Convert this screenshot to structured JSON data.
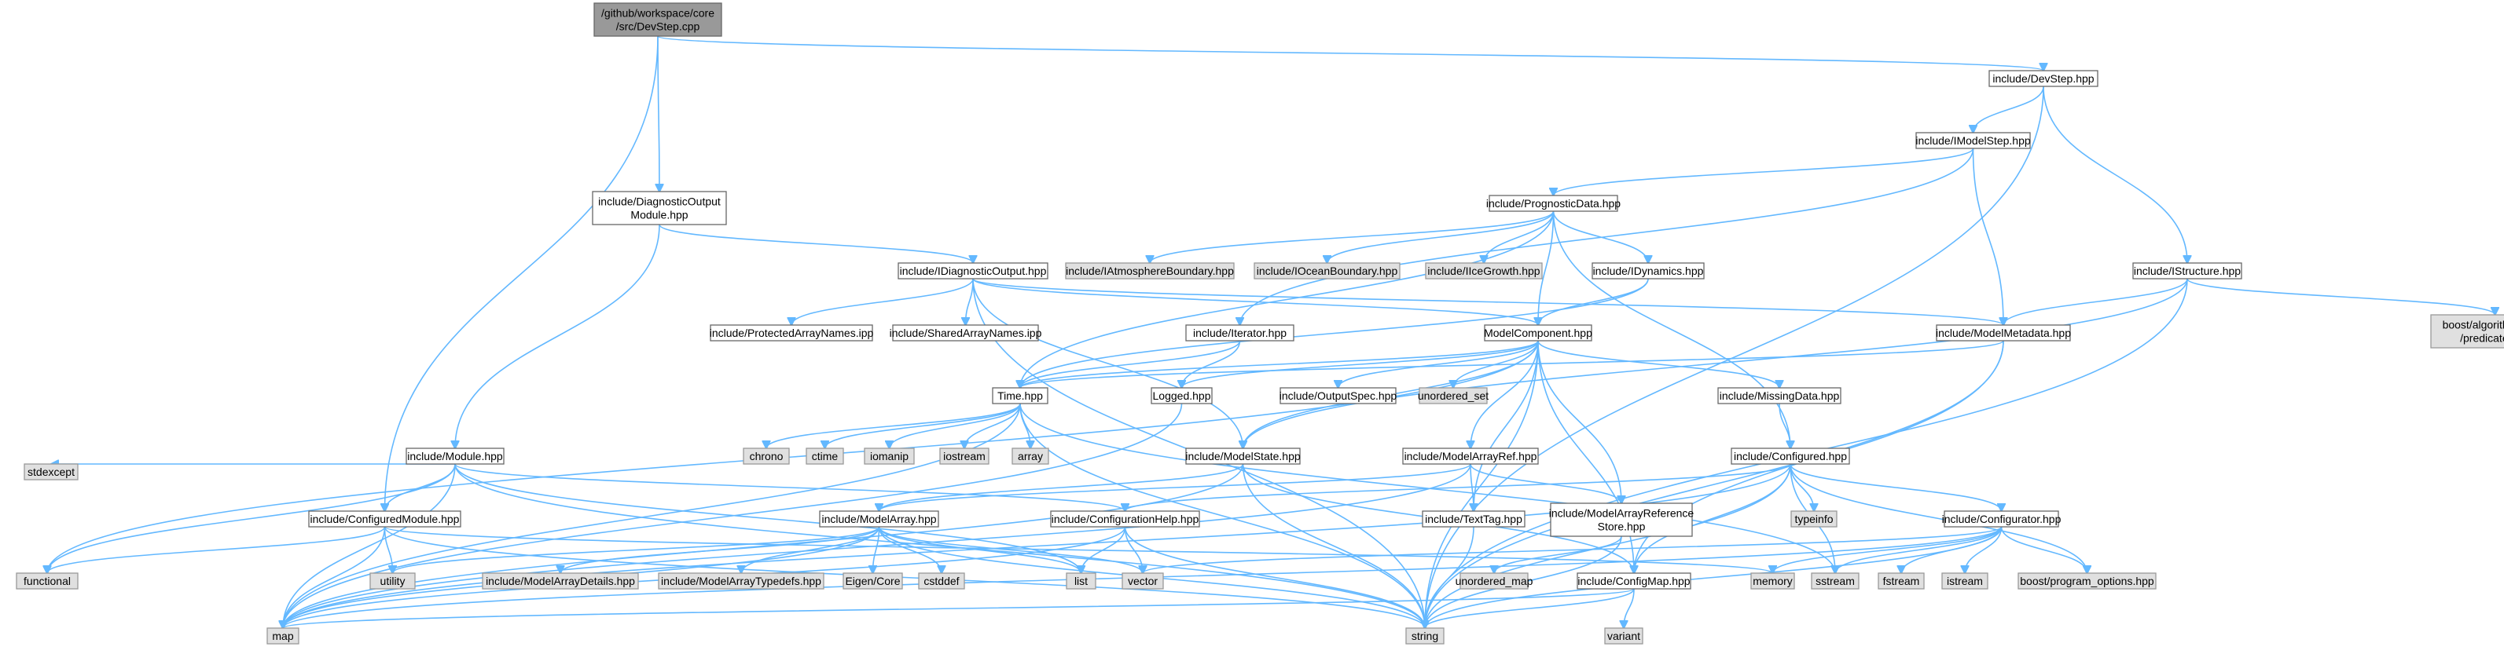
{
  "graph": {
    "nodes": [
      {
        "id": "devstep_cpp",
        "lines": [
          "/github/workspace/core",
          "/src/DevStep.cpp"
        ],
        "kind": "root"
      },
      {
        "id": "devstep_hpp",
        "lines": [
          "include/DevStep.hpp"
        ],
        "kind": "local"
      },
      {
        "id": "imodelstep_hpp",
        "lines": [
          "include/IModelStep.hpp"
        ],
        "kind": "local"
      },
      {
        "id": "prognostic_hpp",
        "lines": [
          "include/PrognosticData.hpp"
        ],
        "kind": "local"
      },
      {
        "id": "diagoutmod_hpp",
        "lines": [
          "include/DiagnosticOutput",
          "Module.hpp"
        ],
        "kind": "local"
      },
      {
        "id": "idiagout_hpp",
        "lines": [
          "include/IDiagnosticOutput.hpp"
        ],
        "kind": "local"
      },
      {
        "id": "iatmos_hpp",
        "lines": [
          "include/IAtmosphereBoundary.hpp"
        ],
        "kind": "external"
      },
      {
        "id": "iocean_hpp",
        "lines": [
          "include/IOceanBoundary.hpp"
        ],
        "kind": "external"
      },
      {
        "id": "iicegrowth_hpp",
        "lines": [
          "include/IIceGrowth.hpp"
        ],
        "kind": "external"
      },
      {
        "id": "idynamics_hpp",
        "lines": [
          "include/IDynamics.hpp"
        ],
        "kind": "local"
      },
      {
        "id": "istructure_hpp",
        "lines": [
          "include/IStructure.hpp"
        ],
        "kind": "local"
      },
      {
        "id": "boostalgo_hpp",
        "lines": [
          "boost/algorithm/string",
          "/predicate.hpp"
        ],
        "kind": "external"
      },
      {
        "id": "protected_ipp",
        "lines": [
          "include/ProtectedArrayNames.ipp"
        ],
        "kind": "local"
      },
      {
        "id": "shared_ipp",
        "lines": [
          "include/SharedArrayNames.ipp"
        ],
        "kind": "local"
      },
      {
        "id": "iiterator_hpp",
        "lines": [
          "include/Iterator.hpp"
        ],
        "kind": "local"
      },
      {
        "id": "modelcomp_hpp",
        "lines": [
          "ModelComponent.hpp"
        ],
        "kind": "local"
      },
      {
        "id": "modelmeta_hpp",
        "lines": [
          "include/ModelMetadata.hpp"
        ],
        "kind": "local"
      },
      {
        "id": "time_hpp",
        "lines": [
          "Time.hpp"
        ],
        "kind": "local"
      },
      {
        "id": "logged_hpp",
        "lines": [
          "Logged.hpp"
        ],
        "kind": "local"
      },
      {
        "id": "outputspec_hpp",
        "lines": [
          "include/OutputSpec.hpp"
        ],
        "kind": "local"
      },
      {
        "id": "unordered_set",
        "lines": [
          "unordered_set"
        ],
        "kind": "external"
      },
      {
        "id": "missingdata_hpp",
        "lines": [
          "include/MissingData.hpp"
        ],
        "kind": "local"
      },
      {
        "id": "chrono",
        "lines": [
          "chrono"
        ],
        "kind": "external"
      },
      {
        "id": "ctime",
        "lines": [
          "ctime"
        ],
        "kind": "external"
      },
      {
        "id": "iomanip",
        "lines": [
          "iomanip"
        ],
        "kind": "external"
      },
      {
        "id": "iostream",
        "lines": [
          "iostream"
        ],
        "kind": "external"
      },
      {
        "id": "array",
        "lines": [
          "array"
        ],
        "kind": "external"
      },
      {
        "id": "module_hpp",
        "lines": [
          "include/Module.hpp"
        ],
        "kind": "local"
      },
      {
        "id": "modelstate_hpp",
        "lines": [
          "include/ModelState.hpp"
        ],
        "kind": "local"
      },
      {
        "id": "modelarrayref_hpp",
        "lines": [
          "include/ModelArrayRef.hpp"
        ],
        "kind": "local"
      },
      {
        "id": "configured_hpp",
        "lines": [
          "include/Configured.hpp"
        ],
        "kind": "local"
      },
      {
        "id": "stdexcept",
        "lines": [
          "stdexcept"
        ],
        "kind": "external"
      },
      {
        "id": "configmodule_hpp",
        "lines": [
          "include/ConfiguredModule.hpp"
        ],
        "kind": "local"
      },
      {
        "id": "modelarray_hpp",
        "lines": [
          "include/ModelArray.hpp"
        ],
        "kind": "local"
      },
      {
        "id": "confighelp_hpp",
        "lines": [
          "include/ConfigurationHelp.hpp"
        ],
        "kind": "local"
      },
      {
        "id": "texttag_hpp",
        "lines": [
          "include/TextTag.hpp"
        ],
        "kind": "local"
      },
      {
        "id": "marefstore_hpp",
        "lines": [
          "include/ModelArrayReference",
          "Store.hpp"
        ],
        "kind": "local"
      },
      {
        "id": "typeinfo",
        "lines": [
          "typeinfo"
        ],
        "kind": "external"
      },
      {
        "id": "configurator_hpp",
        "lines": [
          "include/Configurator.hpp"
        ],
        "kind": "local"
      },
      {
        "id": "functional",
        "lines": [
          "functional"
        ],
        "kind": "external"
      },
      {
        "id": "utility",
        "lines": [
          "utility"
        ],
        "kind": "external"
      },
      {
        "id": "madetails_hpp",
        "lines": [
          "include/ModelArrayDetails.hpp"
        ],
        "kind": "external"
      },
      {
        "id": "matypedefs_hpp",
        "lines": [
          "include/ModelArrayTypedefs.hpp"
        ],
        "kind": "external"
      },
      {
        "id": "eigencore",
        "lines": [
          "Eigen/Core"
        ],
        "kind": "external"
      },
      {
        "id": "cstddef",
        "lines": [
          "cstddef"
        ],
        "kind": "external"
      },
      {
        "id": "list",
        "lines": [
          "list"
        ],
        "kind": "external"
      },
      {
        "id": "vector",
        "lines": [
          "vector"
        ],
        "kind": "external"
      },
      {
        "id": "unordered_map",
        "lines": [
          "unordered_map"
        ],
        "kind": "external"
      },
      {
        "id": "configmap_hpp",
        "lines": [
          "include/ConfigMap.hpp"
        ],
        "kind": "local"
      },
      {
        "id": "memory",
        "lines": [
          "memory"
        ],
        "kind": "external"
      },
      {
        "id": "sstream",
        "lines": [
          "sstream"
        ],
        "kind": "external"
      },
      {
        "id": "fstream",
        "lines": [
          "fstream"
        ],
        "kind": "external"
      },
      {
        "id": "istream",
        "lines": [
          "istream"
        ],
        "kind": "external"
      },
      {
        "id": "boostpo_hpp",
        "lines": [
          "boost/program_options.hpp"
        ],
        "kind": "external"
      },
      {
        "id": "map",
        "lines": [
          "map"
        ],
        "kind": "external"
      },
      {
        "id": "string",
        "lines": [
          "string"
        ],
        "kind": "external"
      },
      {
        "id": "variant",
        "lines": [
          "variant"
        ],
        "kind": "external"
      }
    ],
    "edges": [
      [
        "devstep_cpp",
        "devstep_hpp"
      ],
      [
        "devstep_cpp",
        "diagoutmod_hpp"
      ],
      [
        "devstep_cpp",
        "configmodule_hpp"
      ],
      [
        "devstep_hpp",
        "imodelstep_hpp"
      ],
      [
        "devstep_hpp",
        "istructure_hpp"
      ],
      [
        "devstep_hpp",
        "string"
      ],
      [
        "imodelstep_hpp",
        "prognostic_hpp"
      ],
      [
        "imodelstep_hpp",
        "modelmeta_hpp"
      ],
      [
        "imodelstep_hpp",
        "iiterator_hpp"
      ],
      [
        "prognostic_hpp",
        "iatmos_hpp"
      ],
      [
        "prognostic_hpp",
        "iocean_hpp"
      ],
      [
        "prognostic_hpp",
        "iicegrowth_hpp"
      ],
      [
        "prognostic_hpp",
        "idynamics_hpp"
      ],
      [
        "prognostic_hpp",
        "modelcomp_hpp"
      ],
      [
        "prognostic_hpp",
        "time_hpp"
      ],
      [
        "prognostic_hpp",
        "configured_hpp"
      ],
      [
        "diagoutmod_hpp",
        "idiagout_hpp"
      ],
      [
        "diagoutmod_hpp",
        "module_hpp"
      ],
      [
        "idiagout_hpp",
        "protected_ipp"
      ],
      [
        "idiagout_hpp",
        "shared_ipp"
      ],
      [
        "idiagout_hpp",
        "modelcomp_hpp"
      ],
      [
        "idiagout_hpp",
        "modelmeta_hpp"
      ],
      [
        "idiagout_hpp",
        "modelstate_hpp"
      ],
      [
        "idiagout_hpp",
        "string"
      ],
      [
        "idynamics_hpp",
        "modelcomp_hpp"
      ],
      [
        "idynamics_hpp",
        "time_hpp"
      ],
      [
        "istructure_hpp",
        "boostalgo_hpp"
      ],
      [
        "istructure_hpp",
        "modelmeta_hpp"
      ],
      [
        "istructure_hpp",
        "modelstate_hpp"
      ],
      [
        "istructure_hpp",
        "string"
      ],
      [
        "iiterator_hpp",
        "logged_hpp"
      ],
      [
        "iiterator_hpp",
        "time_hpp"
      ],
      [
        "modelmeta_hpp",
        "configmap_hpp"
      ],
      [
        "modelmeta_hpp",
        "time_hpp"
      ],
      [
        "modelmeta_hpp",
        "string"
      ],
      [
        "modelcomp_hpp",
        "logged_hpp"
      ],
      [
        "modelcomp_hpp",
        "outputspec_hpp"
      ],
      [
        "modelcomp_hpp",
        "unordered_set"
      ],
      [
        "modelcomp_hpp",
        "missingdata_hpp"
      ],
      [
        "modelcomp_hpp",
        "time_hpp"
      ],
      [
        "modelcomp_hpp",
        "modelstate_hpp"
      ],
      [
        "modelcomp_hpp",
        "modelarrayref_hpp"
      ],
      [
        "modelcomp_hpp",
        "texttag_hpp"
      ],
      [
        "modelcomp_hpp",
        "marefstore_hpp"
      ],
      [
        "modelcomp_hpp",
        "string"
      ],
      [
        "modelcomp_hpp",
        "functional"
      ],
      [
        "modelcomp_hpp",
        "configmap_hpp"
      ],
      [
        "time_hpp",
        "chrono"
      ],
      [
        "time_hpp",
        "ctime"
      ],
      [
        "time_hpp",
        "iomanip"
      ],
      [
        "time_hpp",
        "iostream"
      ],
      [
        "time_hpp",
        "array"
      ],
      [
        "time_hpp",
        "map"
      ],
      [
        "time_hpp",
        "sstream"
      ],
      [
        "time_hpp",
        "string"
      ],
      [
        "logged_hpp",
        "map"
      ],
      [
        "missingdata_hpp",
        "configured_hpp"
      ],
      [
        "module_hpp",
        "configmodule_hpp"
      ],
      [
        "module_hpp",
        "stdexcept"
      ],
      [
        "module_hpp",
        "functional"
      ],
      [
        "module_hpp",
        "map"
      ],
      [
        "module_hpp",
        "list"
      ],
      [
        "module_hpp",
        "string"
      ],
      [
        "module_hpp",
        "confighelp_hpp"
      ],
      [
        "modelstate_hpp",
        "modelarray_hpp"
      ],
      [
        "modelstate_hpp",
        "configmap_hpp"
      ],
      [
        "modelstate_hpp",
        "map"
      ],
      [
        "modelstate_hpp",
        "string"
      ],
      [
        "modelarrayref_hpp",
        "modelarray_hpp"
      ],
      [
        "modelarrayref_hpp",
        "texttag_hpp"
      ],
      [
        "modelarrayref_hpp",
        "marefstore_hpp"
      ],
      [
        "modelarrayref_hpp",
        "map"
      ],
      [
        "configured_hpp",
        "confighelp_hpp"
      ],
      [
        "configured_hpp",
        "typeinfo"
      ],
      [
        "configured_hpp",
        "configurator_hpp"
      ],
      [
        "configured_hpp",
        "configmap_hpp"
      ],
      [
        "configured_hpp",
        "boostpo_hpp"
      ],
      [
        "configured_hpp",
        "string"
      ],
      [
        "configured_hpp",
        "map"
      ],
      [
        "configured_hpp",
        "sstream"
      ],
      [
        "configmodule_hpp",
        "functional"
      ],
      [
        "configmodule_hpp",
        "map"
      ],
      [
        "configmodule_hpp",
        "string"
      ],
      [
        "configmodule_hpp",
        "utility"
      ],
      [
        "configmodule_hpp",
        "memory"
      ],
      [
        "modelarray_hpp",
        "madetails_hpp"
      ],
      [
        "modelarray_hpp",
        "matypedefs_hpp"
      ],
      [
        "modelarray_hpp",
        "eigencore"
      ],
      [
        "modelarray_hpp",
        "cstddef"
      ],
      [
        "modelarray_hpp",
        "list"
      ],
      [
        "modelarray_hpp",
        "vector"
      ],
      [
        "modelarray_hpp",
        "map"
      ],
      [
        "modelarray_hpp",
        "string"
      ],
      [
        "modelarray_hpp",
        "utility"
      ],
      [
        "confighelp_hpp",
        "list"
      ],
      [
        "confighelp_hpp",
        "vector"
      ],
      [
        "confighelp_hpp",
        "map"
      ],
      [
        "confighelp_hpp",
        "string"
      ],
      [
        "texttag_hpp",
        "string"
      ],
      [
        "marefstore_hpp",
        "unordered_map"
      ],
      [
        "marefstore_hpp",
        "string"
      ],
      [
        "configurator_hpp",
        "boostpo_hpp"
      ],
      [
        "configurator_hpp",
        "istream"
      ],
      [
        "configurator_hpp",
        "fstream"
      ],
      [
        "configurator_hpp",
        "sstream"
      ],
      [
        "configurator_hpp",
        "memory"
      ],
      [
        "configurator_hpp",
        "string"
      ],
      [
        "configurator_hpp",
        "map"
      ],
      [
        "configurator_hpp",
        "vector"
      ],
      [
        "configmap_hpp",
        "variant"
      ],
      [
        "configmap_hpp",
        "map"
      ],
      [
        "configmap_hpp",
        "string"
      ]
    ]
  }
}
